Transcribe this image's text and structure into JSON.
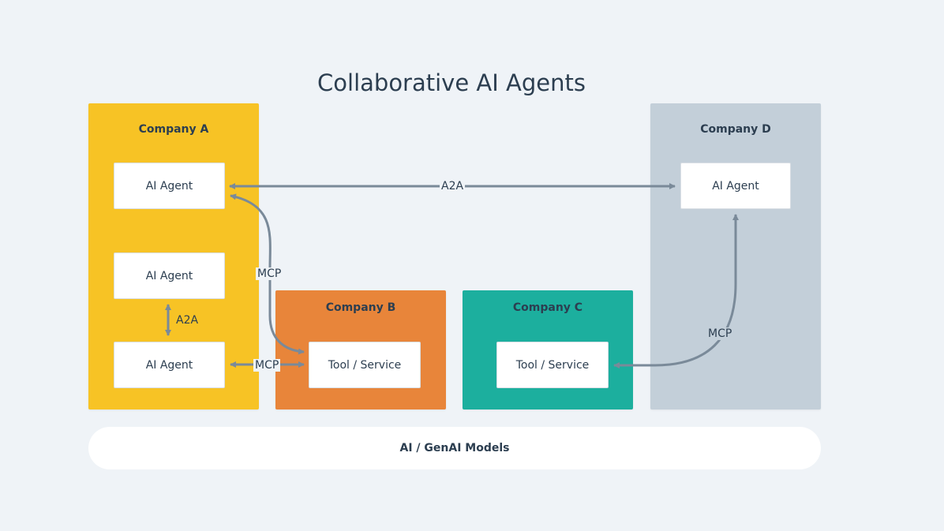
{
  "title": "Collaborative AI Agents",
  "colors": {
    "background": "#eff3f7",
    "company_a": "#f7c325",
    "company_b": "#e8853a",
    "company_c": "#1caf9e",
    "company_d": "#c3cfd9",
    "edge": "#7a8a99"
  },
  "companies": {
    "a": {
      "label": "Company A",
      "agents": [
        "AI Agent",
        "AI Agent",
        "AI Agent"
      ]
    },
    "b": {
      "label": "Company B",
      "tool": "Tool / Service"
    },
    "c": {
      "label": "Company C",
      "tool": "Tool / Service"
    },
    "d": {
      "label": "Company D",
      "agent": "AI Agent"
    }
  },
  "edges": {
    "a_to_d": "A2A",
    "a_agent2_to_agent3": "A2A",
    "a_agent1_to_b_tool": "MCP",
    "a_agent3_to_b_tool": "MCP",
    "c_tool_to_d_agent": "MCP"
  },
  "models": {
    "label": "AI / GenAI Models"
  }
}
